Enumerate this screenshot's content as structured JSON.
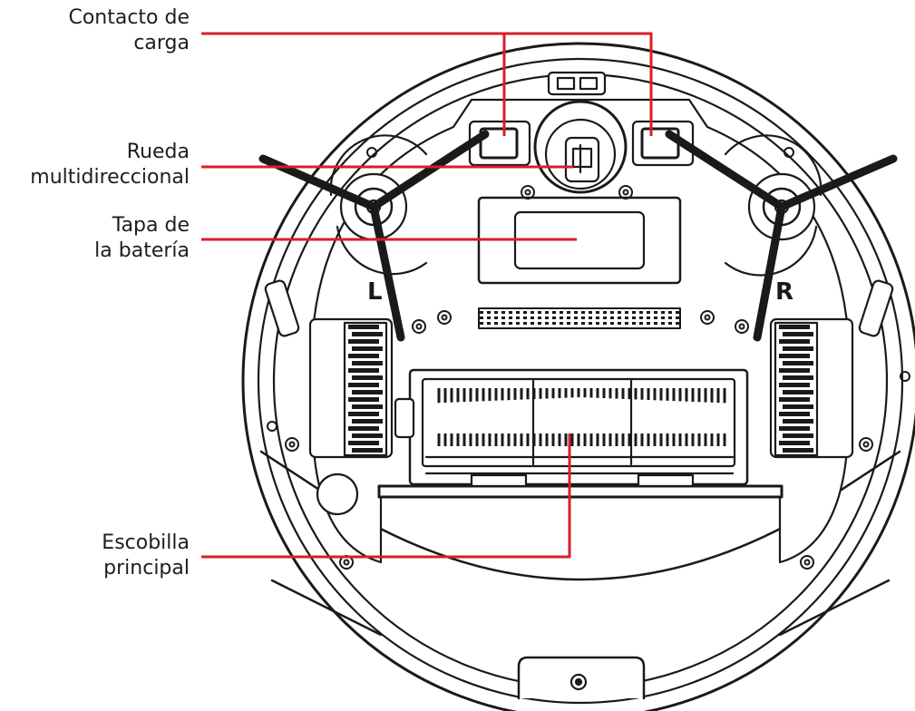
{
  "labels": {
    "charging_contact": [
      "Contacto de",
      "carga"
    ],
    "multidirectional_wheel": [
      "Rueda",
      "multidireccional"
    ],
    "battery_cover": [
      "Tapa de",
      "la batería"
    ],
    "main_brush": [
      "Escobilla",
      "principal"
    ]
  },
  "side_marks": {
    "left": "L",
    "right": "R"
  },
  "colors": {
    "leader_line": "#d81e2c",
    "outline": "#1a1a1a",
    "text": "#1e1e1e"
  }
}
